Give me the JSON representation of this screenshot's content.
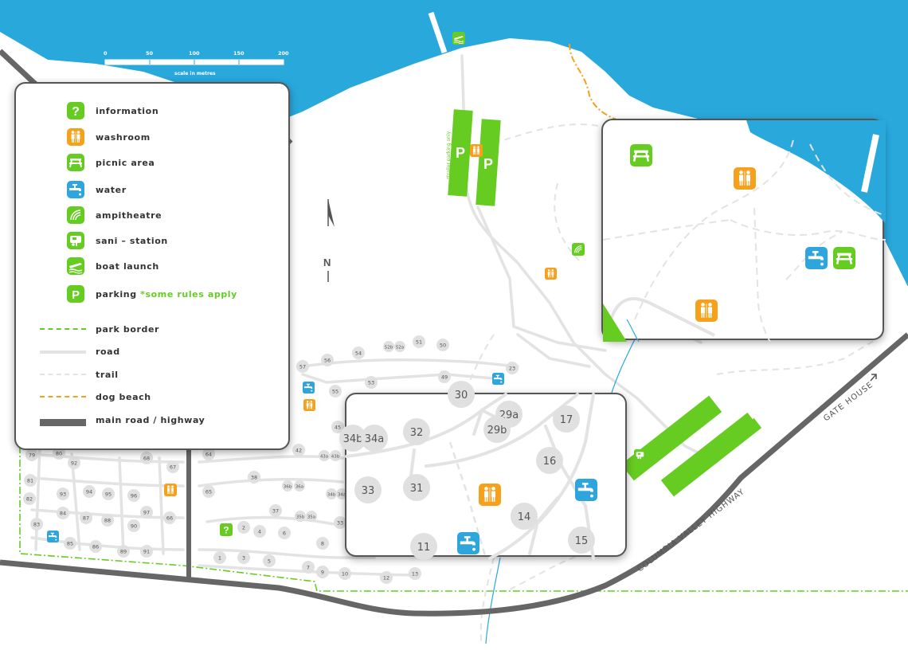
{
  "scale": {
    "ticks": [
      "0",
      "50",
      "100",
      "150",
      "200"
    ],
    "caption": "scale in metres"
  },
  "north": "N",
  "trailer_note": "*trailer parking only",
  "parking_letter": "P",
  "roads": {
    "highway": "COLUMBIA VALLEY HIGHWAY",
    "gate": "GATE HOUSE"
  },
  "legend": {
    "items": [
      {
        "label": "information",
        "icon": "info-icon",
        "color": "#66cc22"
      },
      {
        "label": "washroom",
        "icon": "washroom-icon",
        "color": "#f5a11c"
      },
      {
        "label": "picnic area",
        "icon": "picnic-table-icon",
        "color": "#66cc22"
      },
      {
        "label": "water",
        "icon": "water-tap-icon",
        "color": "#2ea5dc"
      },
      {
        "label": "ampitheatre",
        "icon": "amphitheatre-icon",
        "color": "#66cc22"
      },
      {
        "label": "sani – station",
        "icon": "sani-station-icon",
        "color": "#66cc22"
      },
      {
        "label": "boat launch",
        "icon": "boat-launch-icon",
        "color": "#66cc22"
      },
      {
        "label": "parking",
        "icon": "parking-icon",
        "color": "#66cc22",
        "note": "*some rules apply"
      }
    ],
    "lines": [
      {
        "label": "park border",
        "style": "park-border"
      },
      {
        "label": "road",
        "style": "road"
      },
      {
        "label": "trail",
        "style": "trail"
      },
      {
        "label": "dog beach",
        "style": "dog-beach"
      },
      {
        "label": "main road / highway",
        "style": "highway"
      }
    ]
  },
  "colors": {
    "water": "#29a8dc",
    "green": "#66cc22",
    "orange": "#f5a11c",
    "blue": "#2ea5dc",
    "road": "#e3e3e3",
    "highway": "#666666",
    "site": "#e0e0e0"
  },
  "sites": [
    "1",
    "2",
    "3",
    "4",
    "5",
    "6",
    "7",
    "8",
    "9",
    "10",
    "12",
    "13",
    "23",
    "33",
    "34b",
    "34a",
    "35b",
    "35a",
    "36b",
    "36a",
    "37",
    "38",
    "42",
    "43a",
    "43b",
    "45",
    "49",
    "50",
    "51",
    "52b",
    "52a",
    "53",
    "54",
    "55",
    "56",
    "57",
    "64",
    "65",
    "66",
    "67",
    "68",
    "79",
    "80",
    "81",
    "82",
    "83",
    "84",
    "85",
    "86",
    "87",
    "88",
    "89",
    "90",
    "91",
    "92",
    "93",
    "94",
    "95",
    "96",
    "97"
  ],
  "inset_sites": [
    "34b",
    "34a",
    "32",
    "33",
    "31",
    "29a",
    "29b",
    "17",
    "16",
    "14",
    "15",
    "11",
    "30"
  ]
}
